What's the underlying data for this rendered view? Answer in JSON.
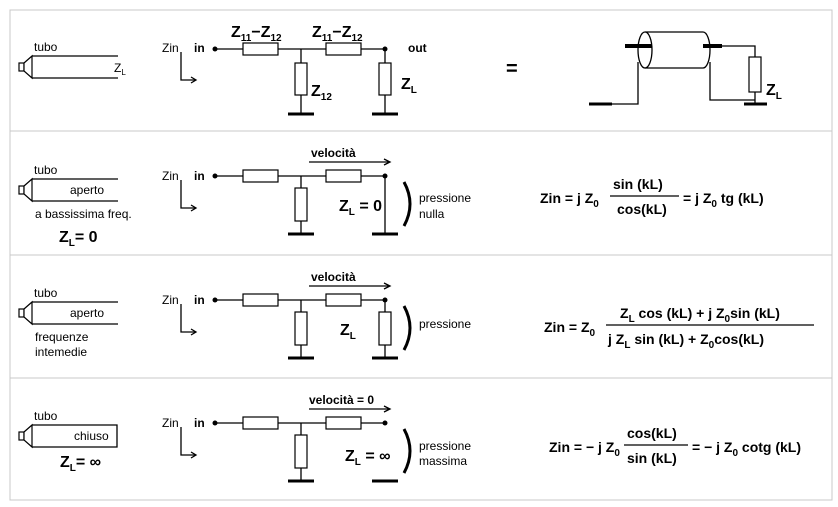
{
  "colors": {
    "line": "#000000",
    "panel_border": "#c8c8c8",
    "background": "#ffffff"
  },
  "icons": [
    "speaker-icon",
    "resistor-icon",
    "ground-icon",
    "arrow-icon",
    "coaxial-cable-icon"
  ],
  "common": {
    "zin": "Zin",
    "in": "in",
    "tubo": "tubo",
    "equals": "="
  },
  "row1": {
    "zl_small": "Z",
    "zl_small_sub": "L",
    "z11a": "Z",
    "z11a_sub": "11",
    "z12a": "Z",
    "z12a_sub": "12",
    "z11b": "Z",
    "z11b_sub": "11",
    "z12b": "Z",
    "z12b_sub": "12",
    "z12_shunt": "Z",
    "z12_shunt_sub": "12",
    "out": "out",
    "zl": "Z",
    "zl_sub": "L",
    "zl_cable": "Z",
    "zl_cable_sub": "L"
  },
  "row2": {
    "tube_text": "aperto",
    "freq": "a bassissima freq.",
    "zl_cond": "Z",
    "zl_cond_sub": "L",
    "zl_cond_val": "= 0",
    "velocity": "velocità",
    "zl": "Z",
    "zl_sub": "L",
    "zl_val": " = 0",
    "pressure1": "pressione",
    "pressure2": "nulla",
    "eq_left": "Zin = j Z",
    "eq_left_sub": "0",
    "eq_num": "sin (kL)",
    "eq_den": "cos(kL)",
    "eq_right": "= j Z",
    "eq_right_sub": "0",
    "eq_right_tail": " tg (kL)"
  },
  "row3": {
    "tube_text": "aperto",
    "freq1": "frequenze",
    "freq2": "intemedie",
    "velocity": "velocità",
    "zl": "Z",
    "zl_sub": "L",
    "pressure": "pressione",
    "eq_left": "Zin = Z",
    "eq_left_sub": "0",
    "num_a": "Z",
    "num_a_sub": "L",
    "num_b": " cos (kL)  + j Z",
    "num_b_sub": "0",
    "num_c": "sin (kL)",
    "den_a": "j Z",
    "den_a_sub": "L",
    "den_b": " sin (kL)   +   Z",
    "den_b_sub": "0",
    "den_c": "cos(kL)"
  },
  "row4": {
    "tube_text": "chiuso",
    "zl_cond": "Z",
    "zl_cond_sub": "L",
    "zl_cond_val": "= ∞",
    "velocity": "velocità = 0",
    "zl": "Z",
    "zl_sub": "L",
    "zl_val": " = ∞",
    "pressure1": "pressione",
    "pressure2": "massima",
    "eq_left": "Zin = − j Z",
    "eq_left_sub": "0",
    "eq_num": "cos(kL)",
    "eq_den": "sin (kL)",
    "eq_right": "= − j Z",
    "eq_right_sub": "0",
    "eq_right_tail": " cotg (kL)"
  }
}
